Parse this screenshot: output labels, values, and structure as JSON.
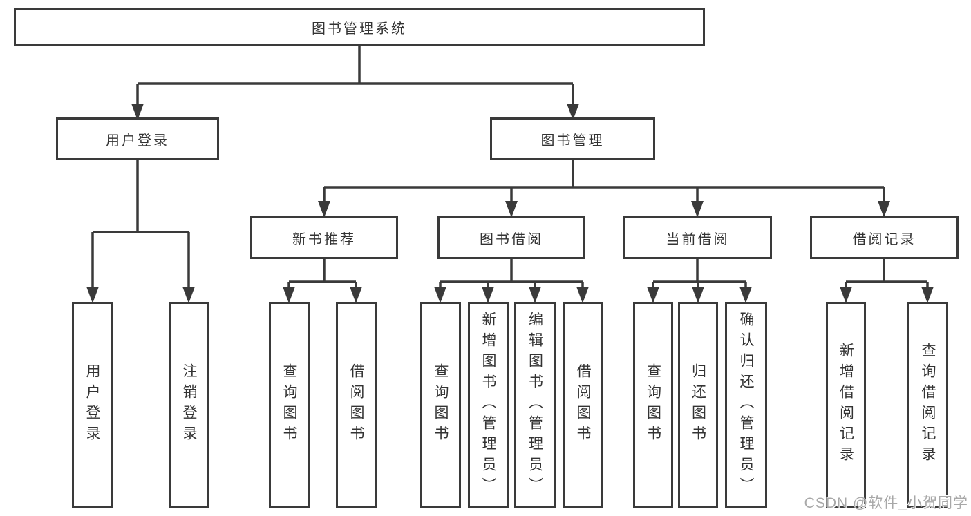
{
  "colors": {
    "line": "#3a3a3a",
    "box_border": "#3a3a3a",
    "text": "#333333",
    "watermark": "#a8a8a8",
    "background": "#ffffff"
  },
  "watermark": {
    "text": "CSDN @软件_小贺同学"
  },
  "tree": {
    "label": "图书管理系统",
    "children": [
      {
        "label": "用户登录",
        "children": [
          {
            "label": "用户登录"
          },
          {
            "label": "注销登录"
          }
        ]
      },
      {
        "label": "图书管理",
        "children": [
          {
            "label": "新书推荐",
            "children": [
              {
                "label": "查询图书"
              },
              {
                "label": "借阅图书"
              }
            ]
          },
          {
            "label": "图书借阅",
            "children": [
              {
                "label": "查询图书"
              },
              {
                "label": "新增图书（管理员）"
              },
              {
                "label": "编辑图书（管理员）"
              },
              {
                "label": "借阅图书"
              }
            ]
          },
          {
            "label": "当前借阅",
            "children": [
              {
                "label": "查询图书"
              },
              {
                "label": "归还图书"
              },
              {
                "label": "确认归还（管理员）"
              }
            ]
          },
          {
            "label": "借阅记录",
            "children": [
              {
                "label": "新增借阅记录"
              },
              {
                "label": "查询借阅记录"
              }
            ]
          }
        ]
      }
    ]
  }
}
